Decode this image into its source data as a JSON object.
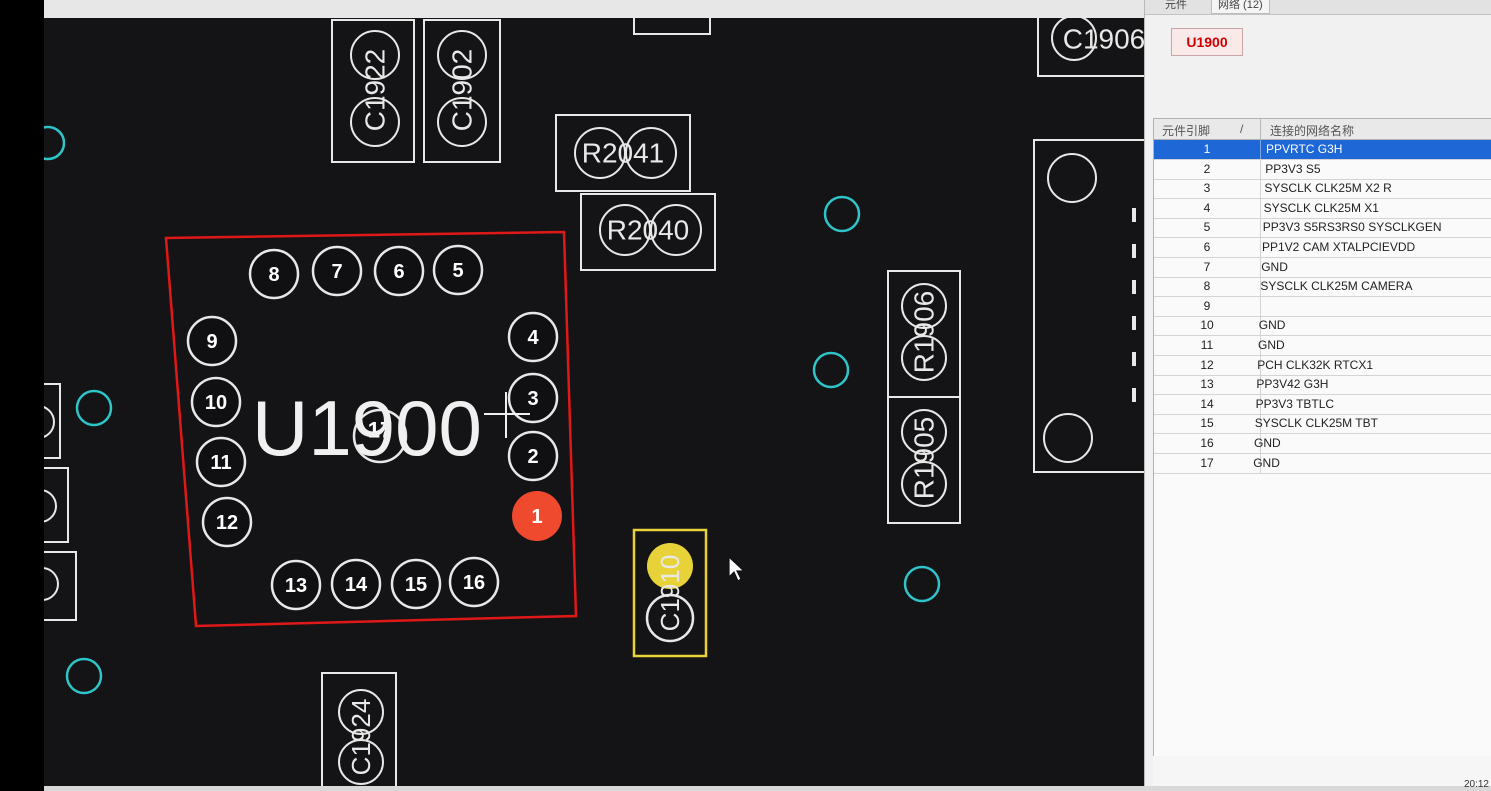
{
  "window": {
    "tabs": [
      "元件",
      "网络 (12)"
    ],
    "clock": "20:12"
  },
  "board": {
    "main_component": "U1900",
    "components": [
      "C1922",
      "C1902",
      "C1906",
      "R2041",
      "R2040",
      "R1906",
      "R1905",
      "C1910",
      "C1924"
    ],
    "pads": [
      "1",
      "2",
      "3",
      "4",
      "5",
      "6",
      "7",
      "8",
      "9",
      "10",
      "11",
      "12",
      "13",
      "14",
      "15",
      "16",
      "17"
    ],
    "selected_pad": "1"
  },
  "colors": {
    "canvas_bg": "#141416",
    "outline_white": "#e8e8e8",
    "outline_selected": "#e01818",
    "outline_highlight": "#e8d23a",
    "pad_selected": "#f04a2e",
    "via_cyan": "#2ec4c8",
    "row_selected": "#1e67d6"
  },
  "panel": {
    "component_badge": "U1900",
    "grid": {
      "columns": [
        "元件引脚",
        "连接的网络名称"
      ],
      "sort_indicator": "/",
      "selected_row": 0,
      "rows": [
        {
          "pin": "1",
          "net": "PPVRTC G3H"
        },
        {
          "pin": "2",
          "net": "PP3V3 S5"
        },
        {
          "pin": "3",
          "net": "SYSCLK CLK25M X2 R"
        },
        {
          "pin": "4",
          "net": "SYSCLK CLK25M X1"
        },
        {
          "pin": "5",
          "net": "PP3V3 S5RS3RS0 SYSCLKGEN"
        },
        {
          "pin": "6",
          "net": "PP1V2 CAM XTALPCIEVDD"
        },
        {
          "pin": "7",
          "net": "GND"
        },
        {
          "pin": "8",
          "net": "SYSCLK CLK25M CAMERA"
        },
        {
          "pin": "9",
          "net": ""
        },
        {
          "pin": "10",
          "net": "GND"
        },
        {
          "pin": "11",
          "net": "GND"
        },
        {
          "pin": "12",
          "net": "PCH CLK32K RTCX1"
        },
        {
          "pin": "13",
          "net": "PP3V42 G3H"
        },
        {
          "pin": "14",
          "net": "PP3V3 TBTLC"
        },
        {
          "pin": "15",
          "net": "SYSCLK CLK25M TBT"
        },
        {
          "pin": "16",
          "net": "GND"
        },
        {
          "pin": "17",
          "net": "GND"
        }
      ]
    }
  }
}
